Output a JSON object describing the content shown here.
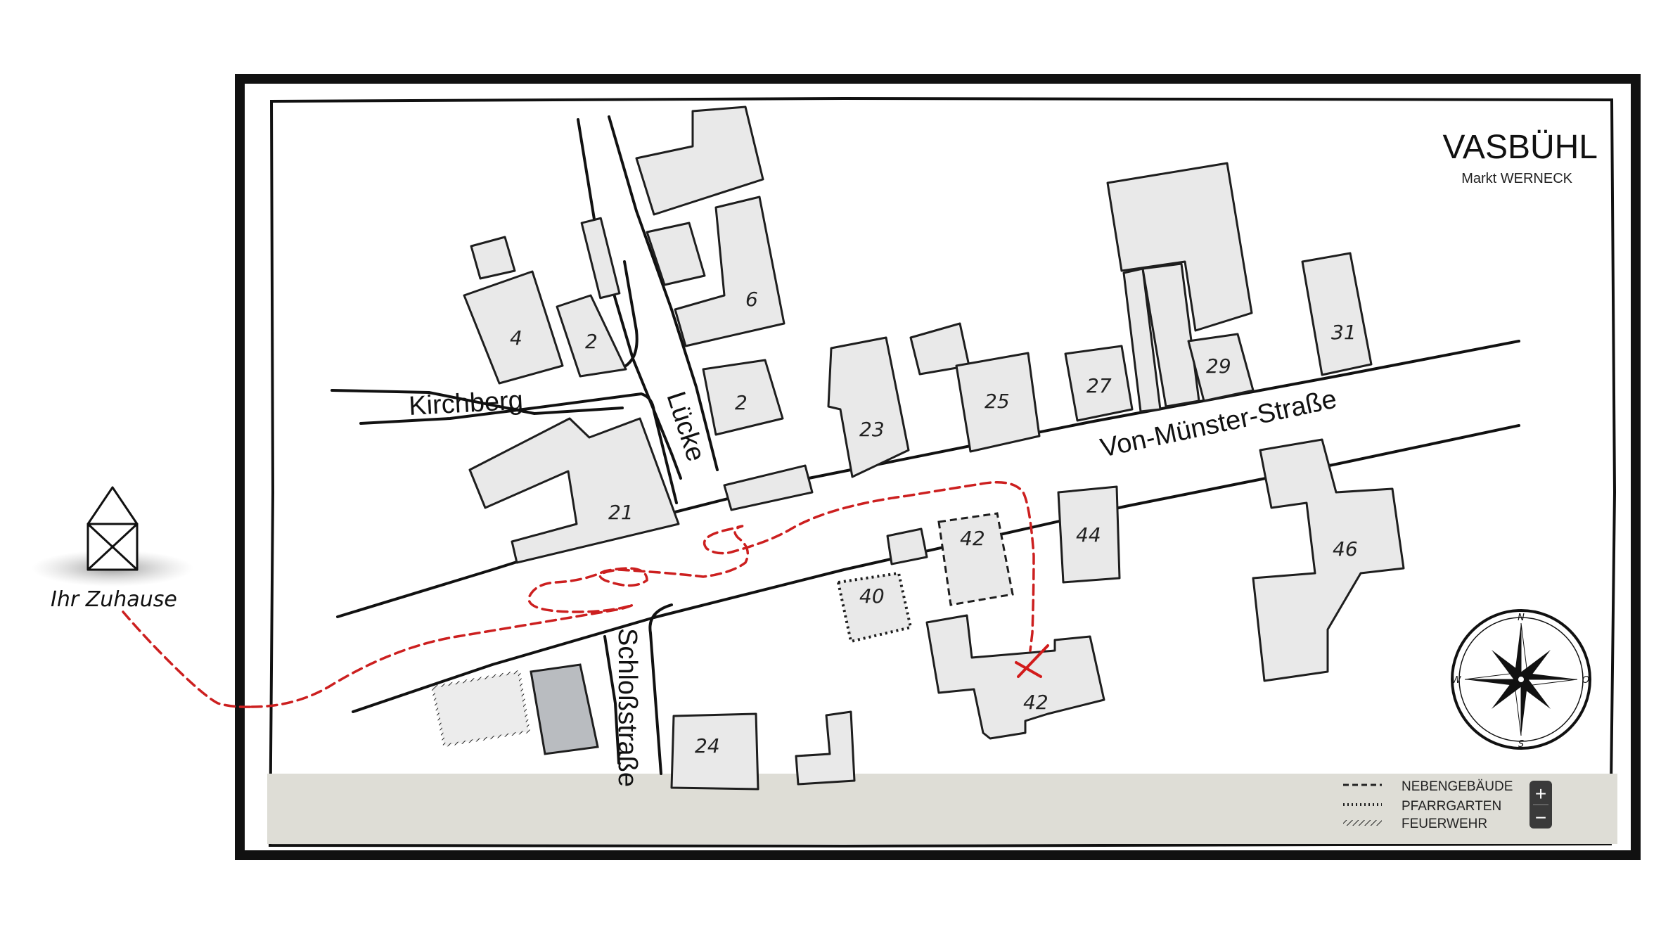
{
  "header": {
    "title": "VASBÜHL",
    "subtitle": "Markt WERNECK"
  },
  "home": {
    "label": "Ihr Zuhause",
    "icon": "house-icon"
  },
  "streets": {
    "kirchberg": "Kirchberg",
    "luecke": "Lücke",
    "von_muenster": "Von-Münster-Straße",
    "schloss": "Schloßstraße"
  },
  "houses": {
    "h4": "4",
    "h2a": "2",
    "h6": "6",
    "h2b": "2",
    "h21": "21",
    "h23": "23",
    "h25": "25",
    "h27": "27",
    "h29": "29",
    "h31": "31",
    "h44": "44",
    "h46": "46",
    "h42a": "42",
    "h40": "40",
    "h42b": "42",
    "h24": "24"
  },
  "legend": {
    "items": [
      {
        "label": "NEBENGEBÄUDE",
        "style": "dashed"
      },
      {
        "label": "PFARRGARTEN",
        "style": "dotted"
      },
      {
        "label": "FEUERWEHR",
        "style": "hatched"
      }
    ]
  },
  "compass": {
    "n": "N",
    "s": "S",
    "w": "W",
    "o": "O",
    "icon": "compass-rose-icon"
  },
  "zoom": {
    "in": "+",
    "out": "−"
  },
  "colors": {
    "route": "#cc1f1f",
    "building": "#e9e9e9",
    "footer": "#deddd6",
    "feuerwehr": "#b9bcc0"
  }
}
